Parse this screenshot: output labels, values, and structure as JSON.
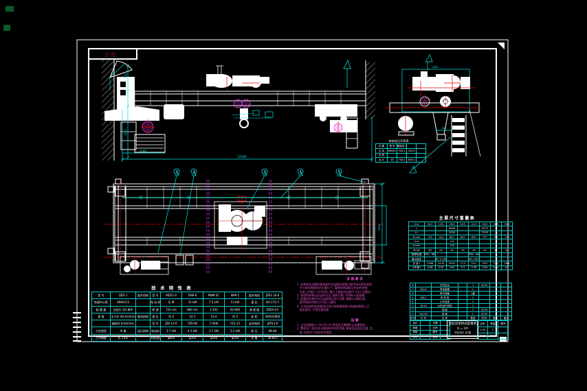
{
  "colors": {
    "background": "#000000",
    "frame": "#ffffff",
    "dimension": "#00e8e8",
    "table_line": "#0fc8c8",
    "centerline_red": "#e00000",
    "rail_teal": "#1fb3a0",
    "trolley_rail_purple": "#c23be0",
    "notes_magenta": "#f253d2",
    "zone_label_red": "#8a1010",
    "artifact_green": "#0a5a2a"
  },
  "zone_box": {
    "label": "总 图"
  },
  "front": {
    "dim_main": "10500",
    "dim_sub": "2166",
    "dim_left_upper": "960",
    "dim_left_lower": "1870"
  },
  "side": {
    "dim_top": "1662",
    "dim_ladder": "400"
  },
  "plan": {
    "dim_right": "3646",
    "flags": [
      "1",
      "2",
      "3",
      "4",
      "5"
    ]
  },
  "wheel_table": {
    "title": "车轮轮压负荷表",
    "rows": [
      [
        "位 置",
        "型 号",
        "静轮压 kN",
        "",
        ""
      ],
      [
        "主 动",
        "B8841",
        "354.1",
        "324.5",
        ""
      ],
      [
        "从 动",
        "",
        "",
        "",
        ""
      ],
      [
        "合 计",
        "4B",
        "708.2",
        "649.0",
        ""
      ]
    ]
  },
  "dim_table": {
    "title": "主要尺寸重量表",
    "rows": [
      [
        "S  m",
        "10.5",
        "13.5",
        "16.5",
        "19.5",
        "22.5",
        "25.5",
        "28.5",
        "31.5"
      ],
      [
        "L",
        "",
        "",
        "4646",
        "",
        "",
        "4970",
        "",
        ""
      ],
      [
        "L1",
        "",
        "",
        "2950",
        "",
        "",
        "3250",
        "",
        ""
      ],
      [
        "B mm",
        "770",
        "744",
        "857",
        "857",
        "857",
        "757",
        "757",
        "770"
      ],
      [
        "A  m",
        "",
        "",
        "4.4",
        "",
        "",
        "",
        "",
        ""
      ],
      [
        "b mm",
        "",
        "",
        "134",
        "",
        "",
        "",
        "",
        ""
      ],
      [
        "W kN",
        "48",
        "44",
        "46",
        "45",
        "44",
        "45",
        "44",
        "44"
      ],
      [
        "推荐轨道",
        "P24 · 38kg/m",
        "",
        "",
        "",
        "P38 · 43kg/m",
        "",
        "",
        ""
      ],
      [
        "最大轮压",
        "",
        "87.4 / 85",
        "",
        "",
        "94 / 16.9",
        "",
        "",
        ""
      ],
      [
        "总 重 t",
        "13.88",
        "14.35",
        "16.01",
        "17.3",
        "19.1",
        "20.9",
        "23.2",
        "26.8"
      ],
      [
        "小车重 t",
        "4.08",
        "4.35",
        "4.82",
        "5.1",
        "5.38",
        "5.64",
        "6.05",
        "6.7"
      ]
    ]
  },
  "tech_table": {
    "title": "技 术 特 性 表",
    "rows": [
      [
        "型 号",
        "QD5-1",
        "起升机构",
        "型  号",
        "MD51-9",
        "5M9-6",
        "M8M-2C",
        "4M9-1",
        "起升电机",
        "JZR2 24-6"
      ],
      [
        "轨道中心距",
        "4846/3.6",
        "",
        "电 动 机",
        "功 率",
        "31 kW",
        "7.5 kW",
        "13 kW",
        "速 比",
        "40.17/2.5"
      ],
      [
        "起 重 量",
        "主起升 32t 跨中",
        "",
        "转 速",
        "723 r/m",
        "960 r/m",
        "1-450",
        "92-600",
        "减 速 器",
        "ZQ65-Ⅱ-1"
      ],
      [
        "速  度",
        "主小车 46.4m/min",
        "制动机构",
        "速 比",
        "31.5",
        "32.1",
        "23.4",
        "31.5",
        "轮 距",
        "4400/2800"
      ],
      [
        "",
        "副起升 8.0m/min",
        "",
        "型  号",
        "JZR-12-6",
        "YZR-90",
        "7.5kW",
        "YZ2-22",
        "走台电机",
        "JZR12-6"
      ],
      [
        "工作类型",
        "中  级",
        "运行机构",
        "电动机",
        "3.7 kW",
        "4.5 kW",
        "3.7 kW",
        "2.2 kW",
        "轮 压",
        "98 kN"
      ],
      [
        "工作制度",
        "JC 25%",
        "",
        "车轮直径",
        "φ600",
        "φ350",
        "φ500",
        "φ250",
        "总 重",
        "28.64 t"
      ]
    ]
  },
  "bom": {
    "rows": [
      [
        "8",
        "",
        "栏杆走台",
        "",
        "1",
        "Q235",
        "",
        ""
      ],
      [
        "7",
        "DQ-6",
        "导电装置",
        "",
        "1",
        "",
        "",
        ""
      ],
      [
        "6",
        "",
        "电气设备",
        "",
        "1套",
        "",
        "",
        ""
      ],
      [
        "5",
        "SJS-1",
        "司 机 室",
        "",
        "1",
        "",
        "",
        ""
      ],
      [
        "4",
        "",
        "小车总成",
        "",
        "1",
        "",
        "",
        ""
      ],
      [
        "3",
        "LD-10",
        "大车运行机构",
        "",
        "2",
        "",
        "",
        ""
      ],
      [
        "2",
        "",
        "端  梁",
        "",
        "2",
        "Q235",
        "",
        ""
      ],
      [
        "1",
        "QJ-105",
        "桥  架",
        "",
        "1",
        "Q235",
        "",
        ""
      ],
      [
        "件号",
        "代  号",
        "名    称",
        "",
        "数量",
        "材 料",
        "重量",
        "备注"
      ]
    ]
  },
  "title_block": {
    "left_rows": [
      [
        "设计",
        "",
        "日期",
        ""
      ],
      [
        "制图",
        "",
        "比例",
        ""
      ],
      [
        "审核",
        "",
        "图号",
        ""
      ],
      [
        "批准",
        "",
        "重量",
        ""
      ]
    ],
    "product": "电动双梁桥式起重机",
    "capacity": "Q = 10t",
    "subtitle": "毕业设计  总 图",
    "right_rows": [
      [
        "比例",
        "数量",
        "图号"
      ],
      [
        "1:30",
        "1",
        ""
      ],
      [
        "共 张",
        "第 张",
        ""
      ]
    ]
  },
  "notes": {
    "heading": "安 装 要 求",
    "lines": [
      "1. 安装前应详细检查各部件在运输及保管过程中有无损伤变形,",
      "   并与有关图纸核对主要尺寸, 清除防锈油脂与积存的杂物;",
      "   主梁上拱度 F=S/1000, 最大上拱处应在跨中 S/10 范围内;",
      "2. 各机构安装后应运转灵活, 操纵可靠, 不得有卡阻现象;",
      "3. 起重机安装完毕后应按规定进行空载, 静载与动载试验,",
      "   各项指标合格后方可投入使用;",
      "4. 大车轨道的安装要求见用户安装基础图与轨道安装图上之",
      "   规定要求, 不得任意改变."
    ],
    "heading2": "运    输",
    "lines2": [
      "1. 当主梁跨度 L>16.5m 时 采用适当措施防止运输变形;",
      "2. 整机出厂前应进行预组装并检验合格, 解体发运时应注意, 包",
      "   装, 防锈尺寸均应符合规定."
    ]
  }
}
